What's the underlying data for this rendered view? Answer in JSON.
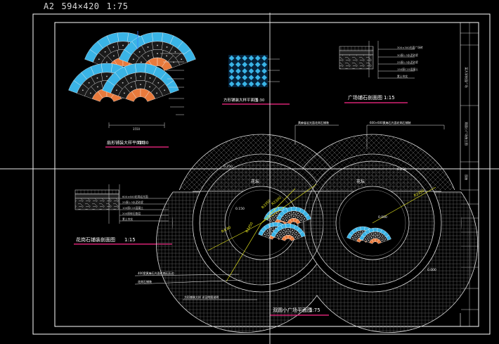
{
  "sheet": {
    "size": "A2",
    "dims": "594×420",
    "scale": "1:75"
  },
  "colors": {
    "background": "#000000",
    "frame": "#ffffff",
    "crosshair": "#e8e8e8",
    "annotation": "#e6e61e",
    "paving_cyan": "#3ab4e6",
    "paving_orange": "#e87a3c",
    "title_underline": "#ff2a8a",
    "title_text": "#ffffff"
  },
  "drawings": {
    "fan_plan": {
      "title": "扇形铺装大样平面图",
      "scale": "1:30",
      "dimension": "3550"
    },
    "block_plan": {
      "title": "方形铺装大样平面图",
      "scale": "1:30"
    },
    "plaza_section": {
      "title": "广场铺石剖面图",
      "scale": "1:15"
    },
    "planter_section": {
      "title": "花岗石铺装剖面图",
      "scale": "1:15"
    },
    "main_plan": {
      "title": "双圆小广场平面图",
      "scale": "1:75"
    }
  },
  "callouts": {
    "top_left": "黄麻雀岩光面花岗石铺装",
    "top_right": "600×600黄麻石光面花岗石铺装",
    "bottom_1": "400宽黄麻石光面花岗石压边",
    "bottom_2": "花岗石铺装",
    "bottom_3": "方形铺装大样 详见附图说明"
  },
  "labels": {
    "planter_left": "花坛",
    "planter_right": "花坛"
  },
  "levels": {
    "l1": "0.250",
    "l2": "0.250",
    "l3": "0.150",
    "l4": "0.000",
    "l5": "0.000"
  },
  "dimensions": {
    "r_left_outer": "R4.80",
    "r_left_inner": "R3450",
    "r_left_small": "R3350",
    "r_left_ring": "R2300",
    "r_right": "R2350"
  },
  "section_layers": {
    "plaza": [
      "300×300光面广场砖",
      "30厚1:3水泥砂浆",
      "25厚1:3水泥砂浆",
      "150厚C15混凝土",
      "素土夯实"
    ],
    "planter": [
      "600×600花岗岩光面",
      "25厚1:3水泥砂浆",
      "100厚C15混凝土",
      "200厚碎石垫层",
      "素土夯实"
    ]
  },
  "title_block": {
    "project": "某大学校园广场",
    "drawing": "双圆小广场施工图",
    "number": "园施"
  }
}
